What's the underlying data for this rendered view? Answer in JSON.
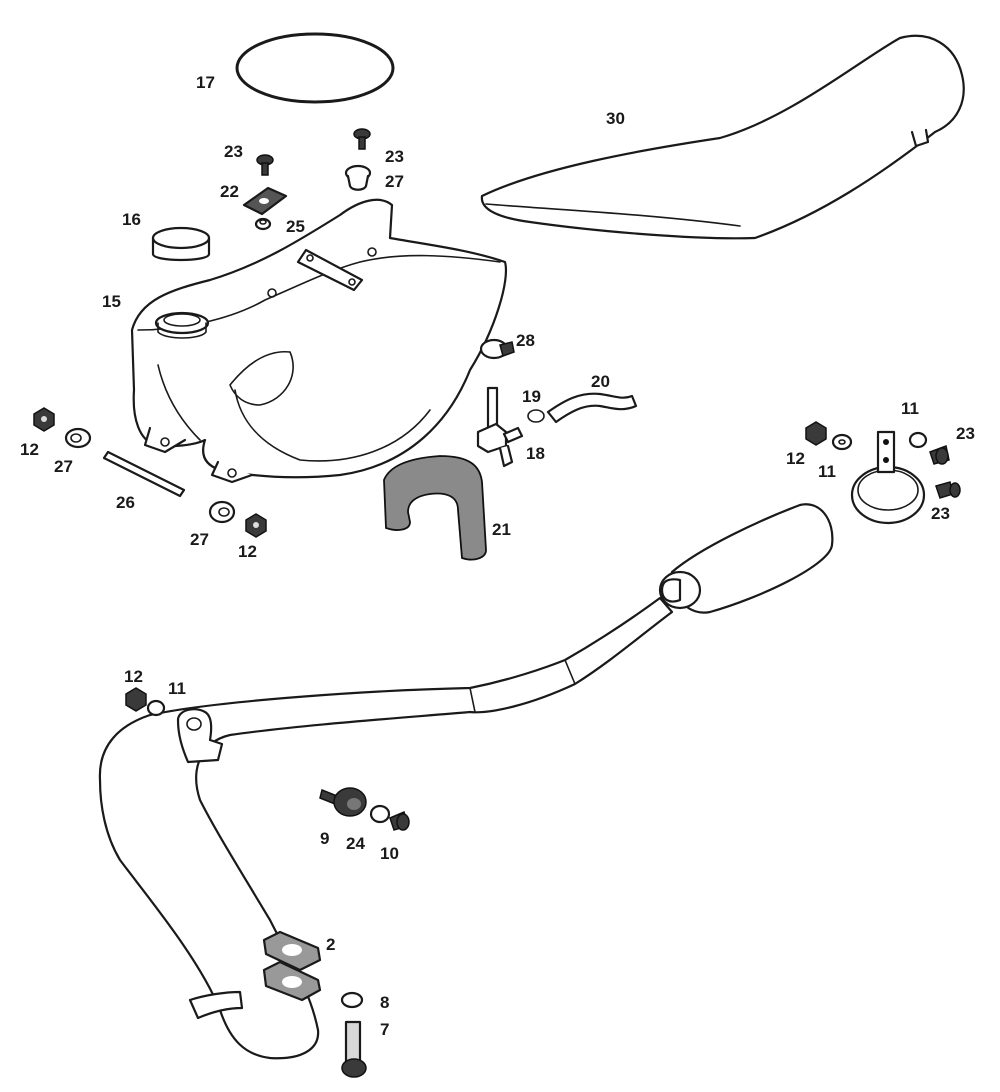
{
  "labels": {
    "l17": "17",
    "l30": "30",
    "l23a": "23",
    "l23b": "23",
    "l27a": "27",
    "l22": "22",
    "l25": "25",
    "l16": "16",
    "l15": "15",
    "l28": "28",
    "l19": "19",
    "l20": "20",
    "l18": "18",
    "l12a": "12",
    "l27b": "27",
    "l26": "26",
    "l27c": "27",
    "l12b": "12",
    "l21": "21",
    "l11a": "11",
    "l23c": "23",
    "l12c": "12",
    "l11b": "11",
    "l23d": "23",
    "l12d": "12",
    "l11c": "11",
    "l9": "9",
    "l24": "24",
    "l10": "10",
    "l2": "2",
    "l8": "8",
    "l7": "7"
  }
}
